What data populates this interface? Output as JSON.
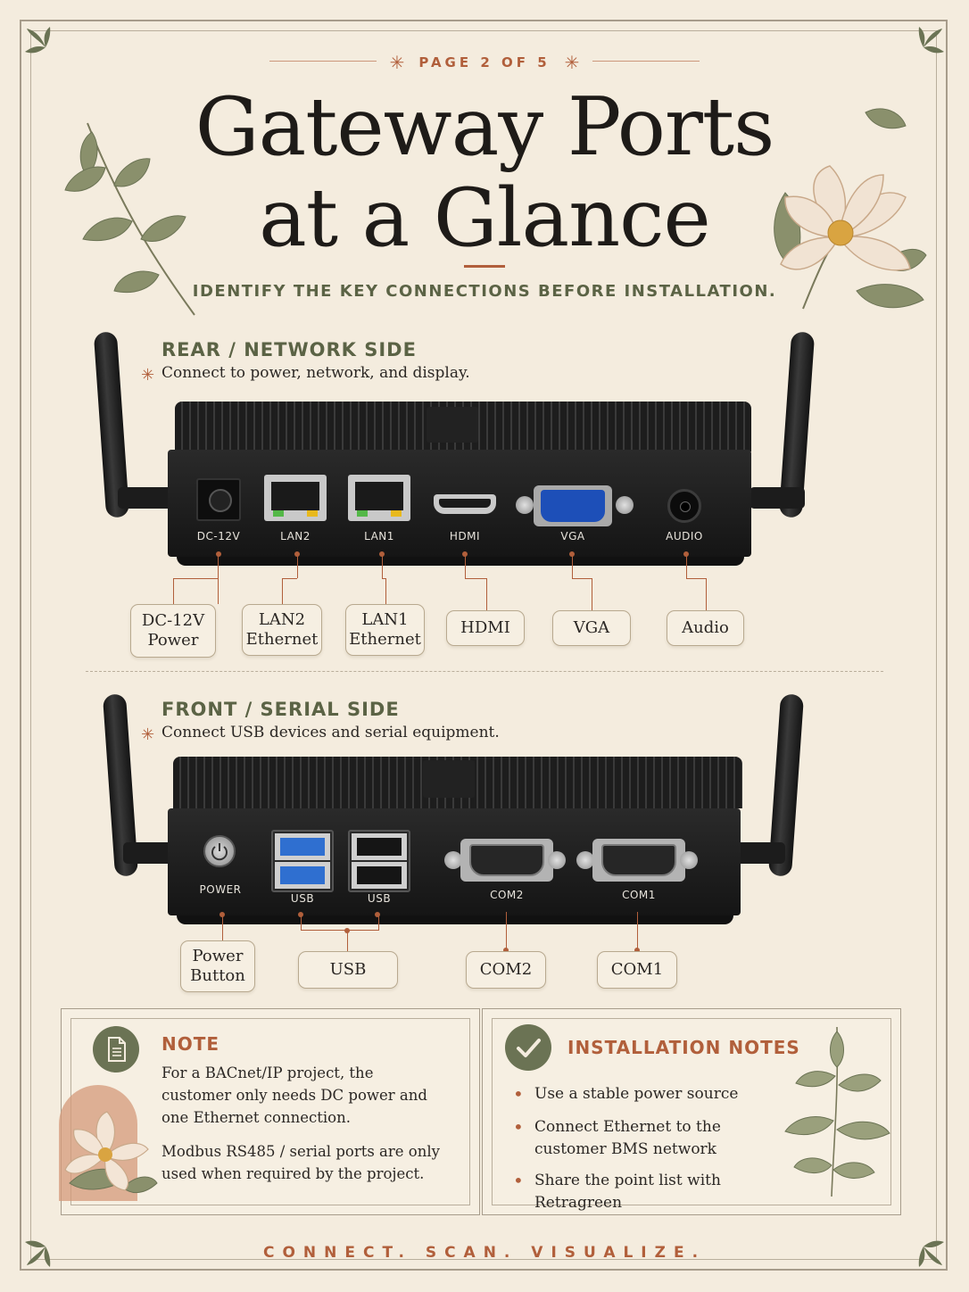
{
  "header": {
    "page_indicator": "PAGE 2 OF 5",
    "title_line1": "Gateway Ports",
    "title_line2": "at a Glance",
    "subtitle": "IDENTIFY THE KEY CONNECTIONS BEFORE INSTALLATION."
  },
  "rear_section": {
    "title": "REAR / NETWORK SIDE",
    "subtitle": "Connect to power, network, and display.",
    "port_labels": [
      "DC-12V",
      "LAN2",
      "LAN1",
      "HDMI",
      "VGA",
      "AUDIO"
    ],
    "callouts": [
      {
        "line1": "DC-12V",
        "line2": "Power"
      },
      {
        "line1": "LAN2",
        "line2": "Ethernet"
      },
      {
        "line1": "LAN1",
        "line2": "Ethernet"
      },
      {
        "line1": "HDMI",
        "line2": ""
      },
      {
        "line1": "VGA",
        "line2": ""
      },
      {
        "line1": "Audio",
        "line2": ""
      }
    ]
  },
  "front_section": {
    "title": "FRONT / SERIAL SIDE",
    "subtitle": "Connect USB devices and serial equipment.",
    "port_labels": [
      "POWER",
      "USB",
      "USB",
      "COM2",
      "COM1"
    ],
    "callouts": [
      {
        "line1": "Power",
        "line2": "Button"
      },
      {
        "line1": "USB",
        "line2": ""
      },
      {
        "line1": "COM2",
        "line2": ""
      },
      {
        "line1": "COM1",
        "line2": ""
      }
    ]
  },
  "note_card": {
    "heading": "NOTE",
    "icon": "document-icon",
    "paragraph1": "For a BACnet/IP project, the customer only needs DC power and one Ethernet connection.",
    "paragraph2": "Modbus RS485 / serial ports are only used when required by the project."
  },
  "install_card": {
    "heading": "INSTALLATION NOTES",
    "icon": "checkmark-icon",
    "items": [
      "Use a stable power source",
      "Connect Ethernet to the customer BMS network",
      "Share the point list with Retragreen"
    ]
  },
  "footer": {
    "tagline": "CONNECT. SCAN. VISUALIZE."
  },
  "colors": {
    "background": "#f4ecde",
    "accent_terracotta": "#b15f3b",
    "accent_olive": "#5b6345",
    "text_dark": "#2b2724",
    "vga_blue": "#1d4fb8",
    "usb3_blue": "#2f6fd0",
    "led_green": "#54b848",
    "led_amber": "#e8b91d"
  }
}
